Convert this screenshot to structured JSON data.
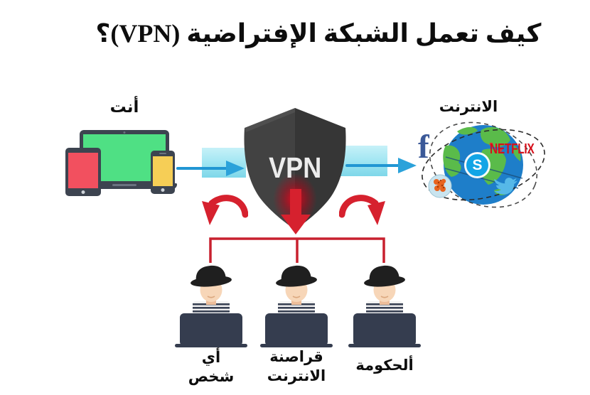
{
  "title": "كيف تعمل الشبكة الإفتراضية (VPN)؟",
  "you_label": "أنت",
  "internet_label": "الانترنت",
  "vpn_label": "VPN",
  "brands": {
    "facebook": "f",
    "netflix": "NETFLIX",
    "skype": "S"
  },
  "hackers": [
    {
      "label": "أي\nشخص"
    },
    {
      "label": "قراصنة\nالانترنت"
    },
    {
      "label": "ألحكومة"
    }
  ],
  "colors": {
    "device_frame": "#3d4450",
    "laptop_screen_green": "#4fe084",
    "tablet_screen_red": "#f2505f",
    "phone_screen_yellow": "#f6ce56",
    "tunnel_band_cyan": "#a5e7f3",
    "arrow_blue": "#2196d3",
    "shield_gray": "#404040",
    "danger_red": "#d6212e",
    "bracket_red": "#c8202f",
    "globe_blue": "#1e7ec9",
    "globe_green": "#5abb4a",
    "facebook_blue": "#3b5998",
    "netflix_red": "#d6111c",
    "skype_blue": "#12a5e6",
    "twitter_blue": "#56b8e8"
  }
}
